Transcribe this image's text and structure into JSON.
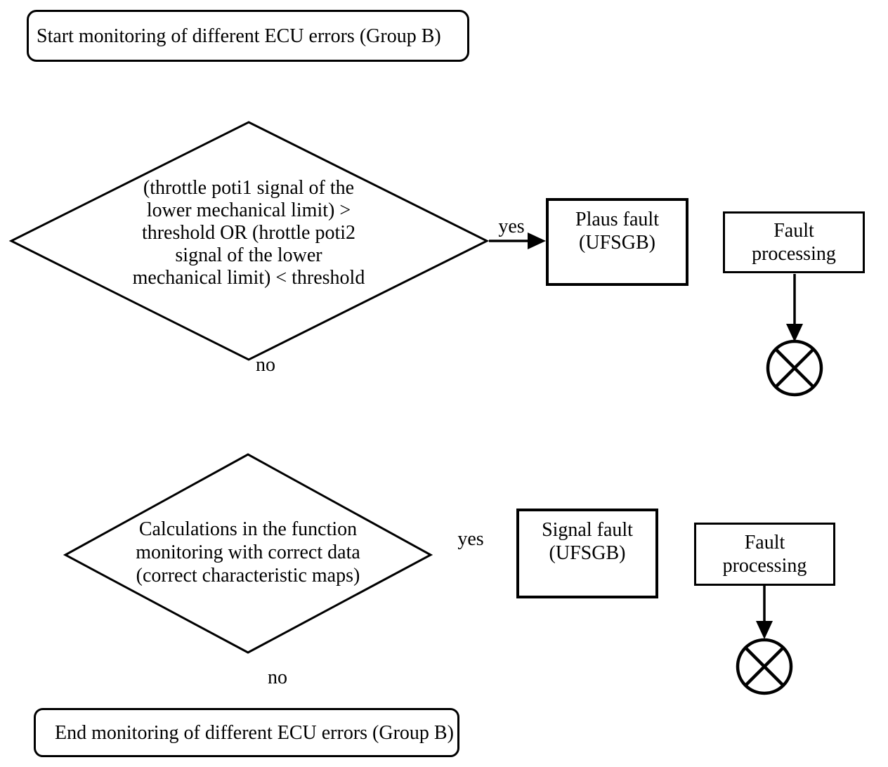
{
  "colors": {
    "stroke": "#000000",
    "background": "#ffffff",
    "text": "#000000"
  },
  "nodes": {
    "start": {
      "shape": "rounded-rectangle",
      "label": "Start monitoring of different ECU errors (Group B)"
    },
    "decision1": {
      "shape": "diamond",
      "lines": [
        "(throttle poti1 signal of the",
        "lower mechanical limit) >",
        "threshold OR (hrottle poti2",
        "signal of the lower",
        "mechanical limit) < threshold"
      ],
      "yes_label": "yes",
      "no_label": "no"
    },
    "plaus_fault": {
      "shape": "rectangle",
      "lines": [
        "Plaus fault",
        "(UFSGB)"
      ]
    },
    "fault_processing_1": {
      "shape": "rectangle",
      "lines": [
        "Fault",
        "processing"
      ]
    },
    "terminator_1": {
      "shape": "circle-x",
      "icon": "circle-x-icon"
    },
    "decision2": {
      "shape": "diamond",
      "lines": [
        "Calculations in the function",
        "monitoring with correct data",
        "(correct characteristic maps)"
      ],
      "yes_label": "yes",
      "no_label": "no"
    },
    "signal_fault": {
      "shape": "rectangle",
      "lines": [
        "Signal fault",
        "(UFSGB)"
      ]
    },
    "fault_processing_2": {
      "shape": "rectangle",
      "lines": [
        "Fault",
        "processing"
      ]
    },
    "terminator_2": {
      "shape": "circle-x",
      "icon": "circle-x-icon"
    },
    "end": {
      "shape": "rounded-rectangle",
      "label": "End monitoring of different ECU errors (Group B)"
    }
  }
}
